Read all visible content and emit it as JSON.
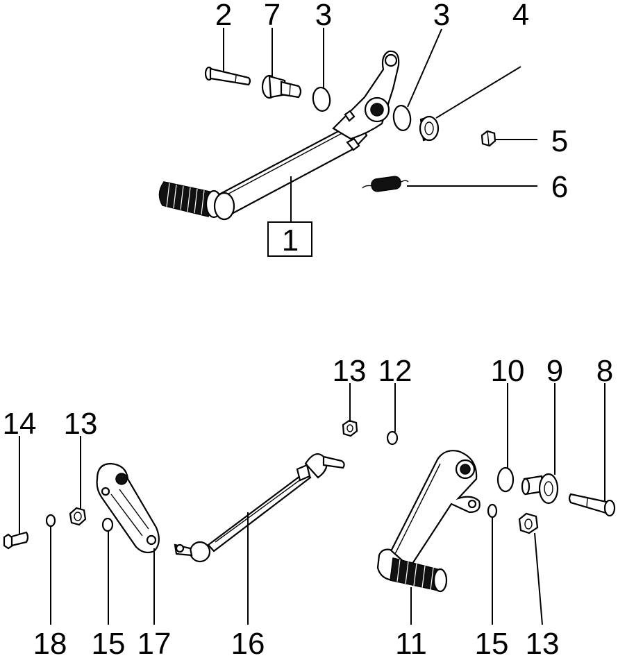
{
  "diagram": {
    "callouts": {
      "c1": "1",
      "c2": "2",
      "c3a": "3",
      "c3b": "3",
      "c4": "4",
      "c5": "5",
      "c6": "6",
      "c7": "7",
      "c8": "8",
      "c9": "9",
      "c10": "10",
      "c11": "11",
      "c12": "12",
      "c13a": "13",
      "c13b": "13",
      "c13c": "13",
      "c14": "14",
      "c15a": "15",
      "c15b": "15",
      "c16": "16",
      "c17": "17",
      "c18": "18"
    }
  }
}
